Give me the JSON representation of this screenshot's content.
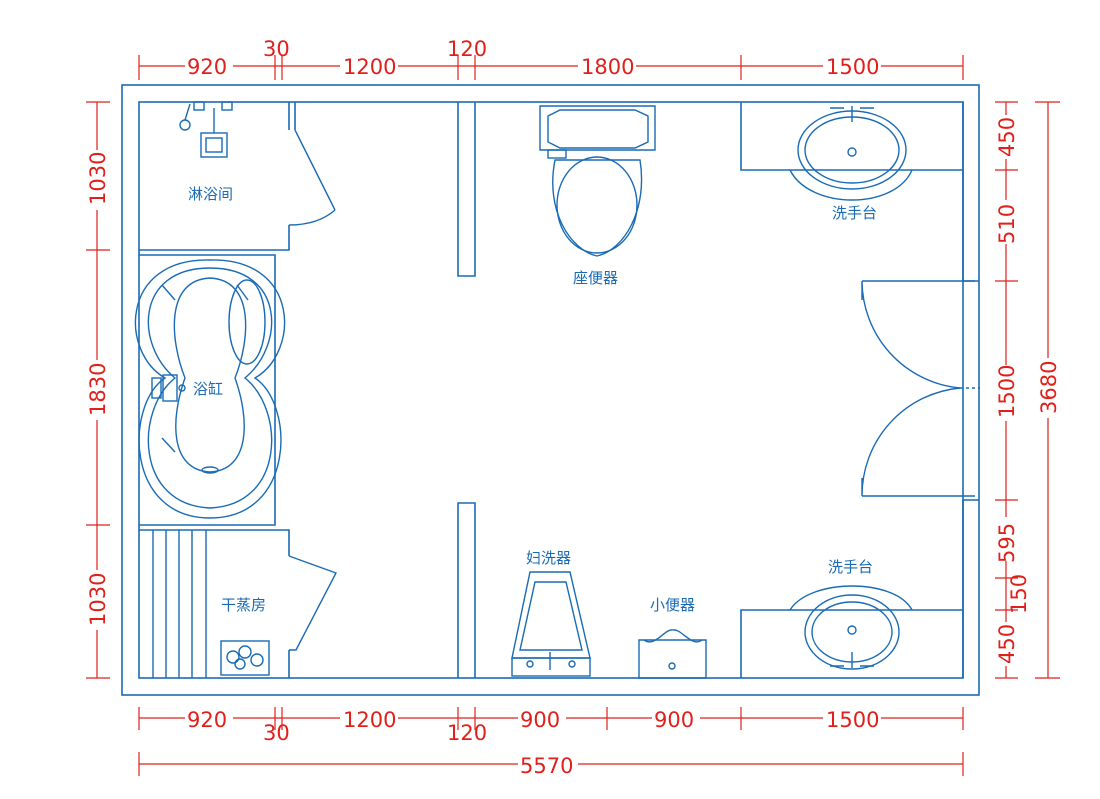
{
  "colors": {
    "walls": "#1a6bb5",
    "dimensions": "#e0201b",
    "background": "#ffffff"
  },
  "rooms": {
    "shower": "淋浴间",
    "bathtub": "浴缸",
    "sauna": "干蒸房",
    "toilet": "座便器",
    "bidet": "妇洗器",
    "urinal": "小便器",
    "sink_top": "洗手台",
    "sink_bottom": "洗手台"
  },
  "dimensions": {
    "top": [
      "920",
      "30",
      "1200",
      "120",
      "1800",
      "1500"
    ],
    "bottom": [
      "920",
      "30",
      "1200",
      "120",
      "900",
      "900",
      "1500"
    ],
    "total_width": "5570",
    "left": [
      "1030",
      "1830",
      "1030"
    ],
    "right": [
      "450",
      "510",
      "1500",
      "595",
      "150",
      "450"
    ],
    "total_height": "3680"
  }
}
